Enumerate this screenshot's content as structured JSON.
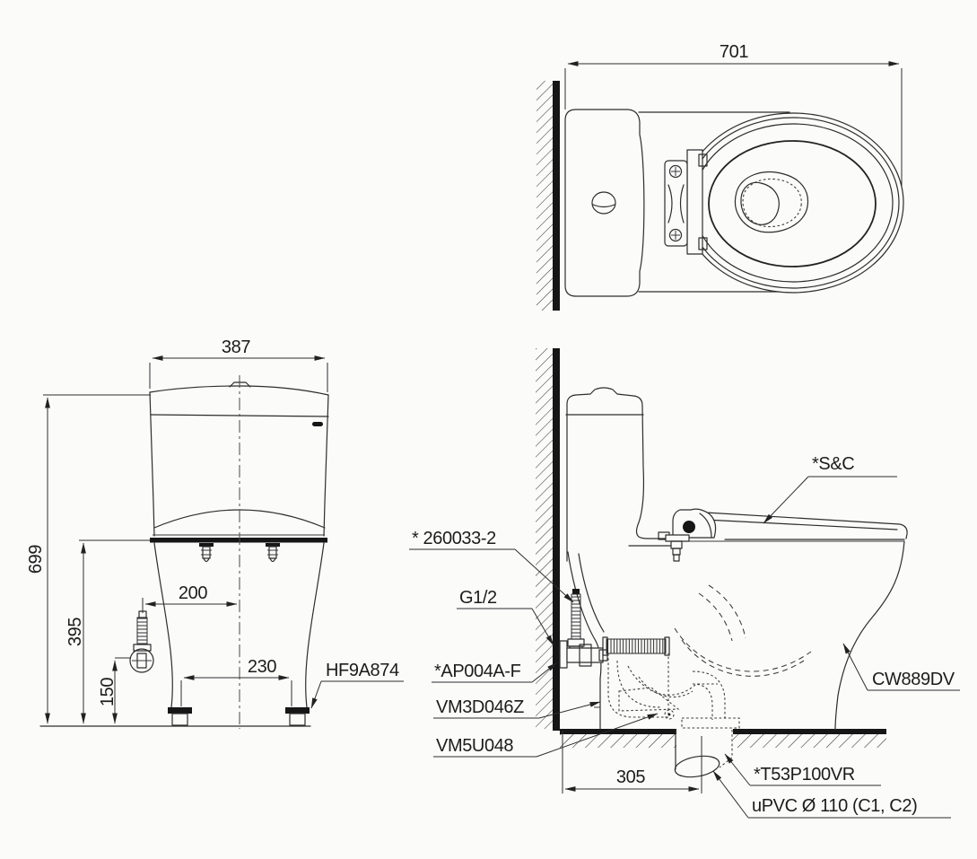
{
  "meta": {
    "background": "#fbfbfa",
    "line_color": "#2d2d2d",
    "bold_color": "#161616",
    "text_color": "#1c1c1c"
  },
  "views": {
    "top": {
      "dim_length": "701"
    },
    "front": {
      "dim_width": "387",
      "dim_height": "699",
      "dim_tank_height": "395",
      "dim_valve_height": "150",
      "dim_valve_offset": "200",
      "dim_bolt_spacing": "230",
      "label_foot": "HF9A874"
    },
    "side": {
      "dim_rough_in": "305",
      "label_seat": "*S&C",
      "label_bowl": "CW889DV",
      "label_supply": "* 260033-2",
      "label_thread": "G1/2",
      "label_valve": "*AP004A-F",
      "label_fitting1": "VM3D046Z",
      "label_fitting2": "VM5U048",
      "label_elbow": "*T53P100VR",
      "label_pipe": "uPVC   Ø 110 (C1, C2)"
    }
  }
}
